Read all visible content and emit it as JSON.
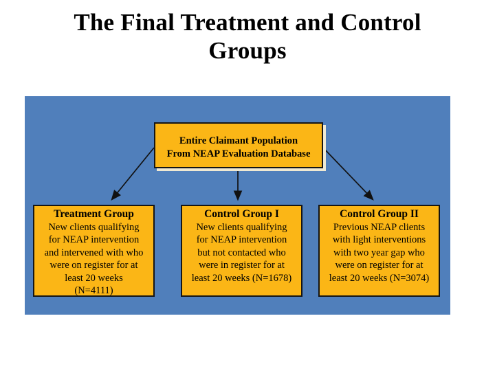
{
  "slide": {
    "title_lines": [
      "The Final Treatment and Control",
      "Groups"
    ]
  },
  "colors": {
    "panel_blue": "#507FBB",
    "box_orange": "#FBB616",
    "box_border": "#151515",
    "text": "#000000",
    "top_box_shadow": "#F0E9D2"
  },
  "diagram": {
    "top_box": {
      "lines": [
        "Entire Claimant Population",
        "From NEAP Evaluation Database"
      ]
    },
    "boxes": [
      {
        "heading": "Treatment Group",
        "lines": [
          "New clients qualifying",
          "for NEAP intervention",
          "and intervened with who",
          "were on register for at",
          "least  20 weeks",
          "(N=4111)"
        ]
      },
      {
        "heading": "Control Group I",
        "lines": [
          "New clients qualifying",
          "for NEAP intervention",
          "but not contacted who",
          "were in register for at",
          "least 20 weeks (N=1678)"
        ]
      },
      {
        "heading": "Control Group II",
        "lines": [
          "Previous NEAP clients",
          "with light interventions",
          "with two year gap who",
          "were on register for at",
          "least 20 weeks (N=3074)"
        ]
      }
    ]
  }
}
